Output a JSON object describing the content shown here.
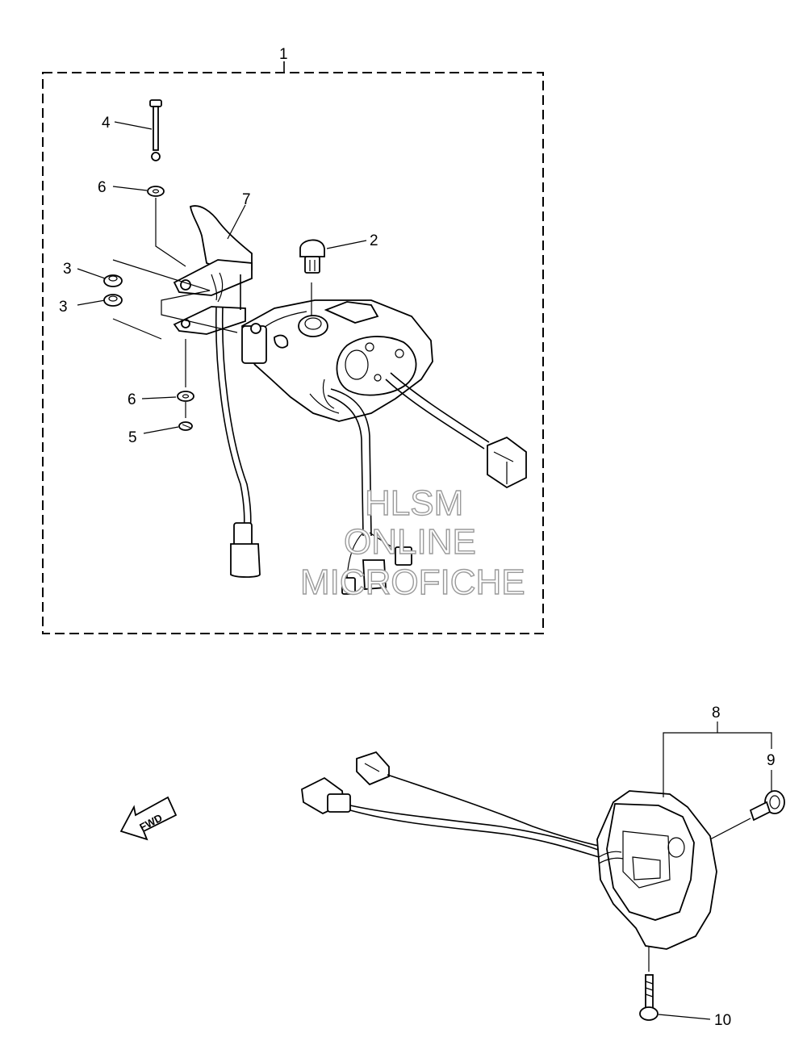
{
  "callouts": {
    "c1": "1",
    "c2": "2",
    "c3a": "3",
    "c3b": "3",
    "c4": "4",
    "c5": "5",
    "c6a": "6",
    "c6b": "6",
    "c7": "7",
    "c8": "8",
    "c9": "9",
    "c10": "10"
  },
  "fwd_label": "FWD",
  "watermark": {
    "line1": "HLSM",
    "line2": "ONLINE",
    "line3": "MICROFICHE"
  }
}
